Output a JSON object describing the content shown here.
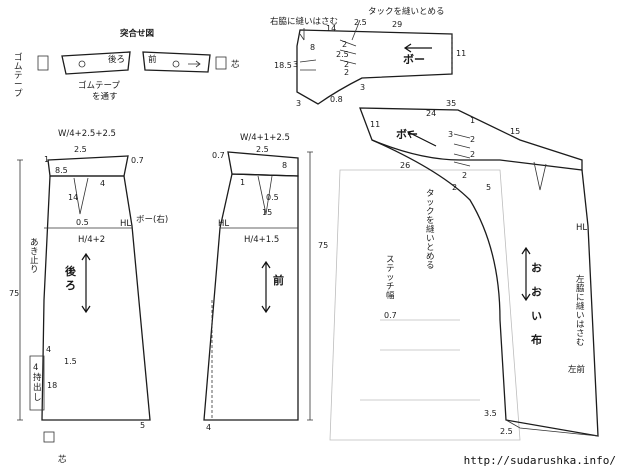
{
  "assembly": {
    "title": "突合せ図",
    "back_label": "後ろ",
    "front_label": "前",
    "elastic_label": "ゴムテープ",
    "thread_line1": "ゴムテープ",
    "thread_line2": "を通す",
    "core_label": "芯"
  },
  "bow": {
    "right_side_line1": "右脇に縫いはさむ",
    "tuck_label": "タックを縫いとめる",
    "name": "ボー",
    "dims": {
      "d14": "14",
      "d25": "2.5",
      "d29": "29",
      "d11": "11",
      "d8": "8",
      "d185": "18.5",
      "d2a": "2",
      "d25b": "2.5",
      "d2b": "2",
      "d2c": "2",
      "d3a": "3",
      "d3b": "3",
      "d3c": "3",
      "d08": "0.8"
    }
  },
  "back": {
    "name": "後ろ",
    "waist_formula": "W/4+2.5+2.5",
    "hip_formula": "H/4+2",
    "opening": "あき止り",
    "placket": "持出し",
    "hl": "HL",
    "bow_right": "ボー(右)",
    "dims": {
      "d1": "1",
      "d25": "2.5",
      "d07": "0.7",
      "d85": "8.5",
      "d4": "4",
      "d14": "14",
      "d05": "0.5",
      "d75": "75",
      "d4b": "4",
      "d15": "1.5",
      "d18": "18",
      "d5": "5"
    },
    "core": "芯"
  },
  "front": {
    "name": "前",
    "waist_formula": "W/4+1+2.5",
    "hip_formula": "H/4+1.5",
    "hl": "HL",
    "dims": {
      "d07": "0.7",
      "d25": "2.5",
      "d8": "8",
      "d1": "1",
      "d05": "0.5",
      "d15": "15",
      "d75": "75",
      "d4": "4"
    }
  },
  "stitch": {
    "label": "ステッチ幅",
    "value": "0.7"
  },
  "overlay": {
    "name": "おおい布",
    "bow": "ボー",
    "hl": "HL",
    "tuck_label": "タックを縫いとめる",
    "left_side": "左脇に縫いはさむ",
    "left_front": "左前",
    "dims": {
      "d35": "35",
      "d24": "24",
      "d1": "1",
      "d11": "11",
      "d15": "15",
      "d3": "3",
      "d2a": "2",
      "d2b": "2",
      "d2c": "2",
      "d26": "26",
      "d2d": "2",
      "d5": "5",
      "d35b": "3.5",
      "d25": "2.5"
    }
  },
  "watermark": "http://sudarushka.info/"
}
